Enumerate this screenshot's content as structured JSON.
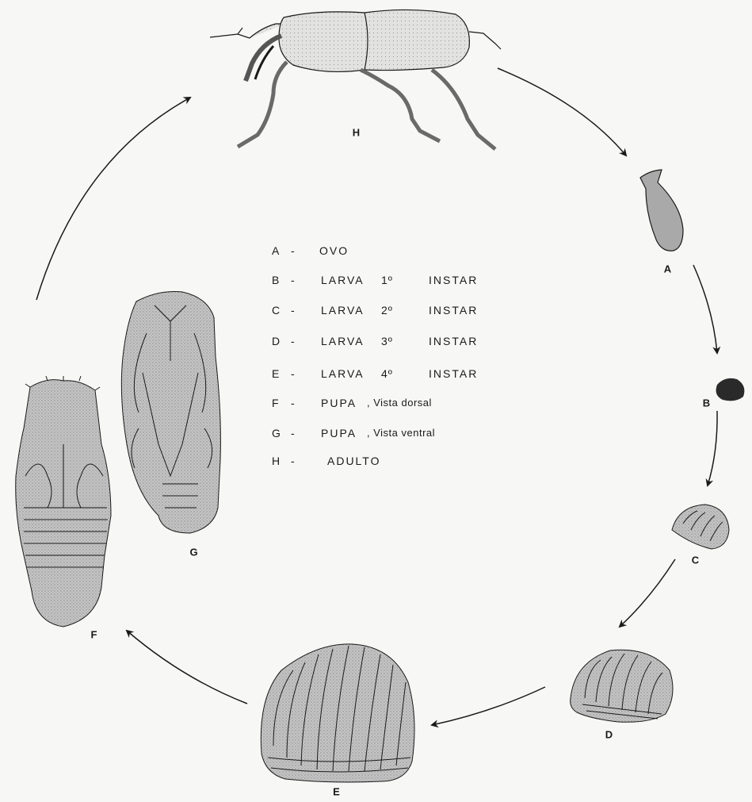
{
  "stages": {
    "A": {
      "label": "A"
    },
    "B": {
      "label": "B"
    },
    "C": {
      "label": "C"
    },
    "D": {
      "label": "D"
    },
    "E": {
      "label": "E"
    },
    "F": {
      "label": "F"
    },
    "G": {
      "label": "G"
    },
    "H": {
      "label": "H"
    }
  },
  "legend": {
    "dash": "-",
    "rows": [
      {
        "letter": "A",
        "text": "OVO"
      },
      {
        "letter": "B",
        "text": "LARVA",
        "instar": "1º",
        "suffix": "INSTAR"
      },
      {
        "letter": "C",
        "text": "LARVA",
        "instar": "2º",
        "suffix": "INSTAR"
      },
      {
        "letter": "D",
        "text": "LARVA",
        "instar": "3º",
        "suffix": "INSTAR"
      },
      {
        "letter": "E",
        "text": "LARVA",
        "instar": "4º",
        "suffix": "INSTAR"
      },
      {
        "letter": "F",
        "text": "PUPA",
        "detail": ", Vista dorsal"
      },
      {
        "letter": "G",
        "text": "PUPA",
        "detail": ", Vista ventral"
      },
      {
        "letter": "H",
        "text": "ADULTO"
      }
    ]
  },
  "colors": {
    "ink": "#1a1a1a",
    "shade": "#b9b9b9",
    "shade_light": "#d6d6d6",
    "paper": "#f7f7f5"
  }
}
